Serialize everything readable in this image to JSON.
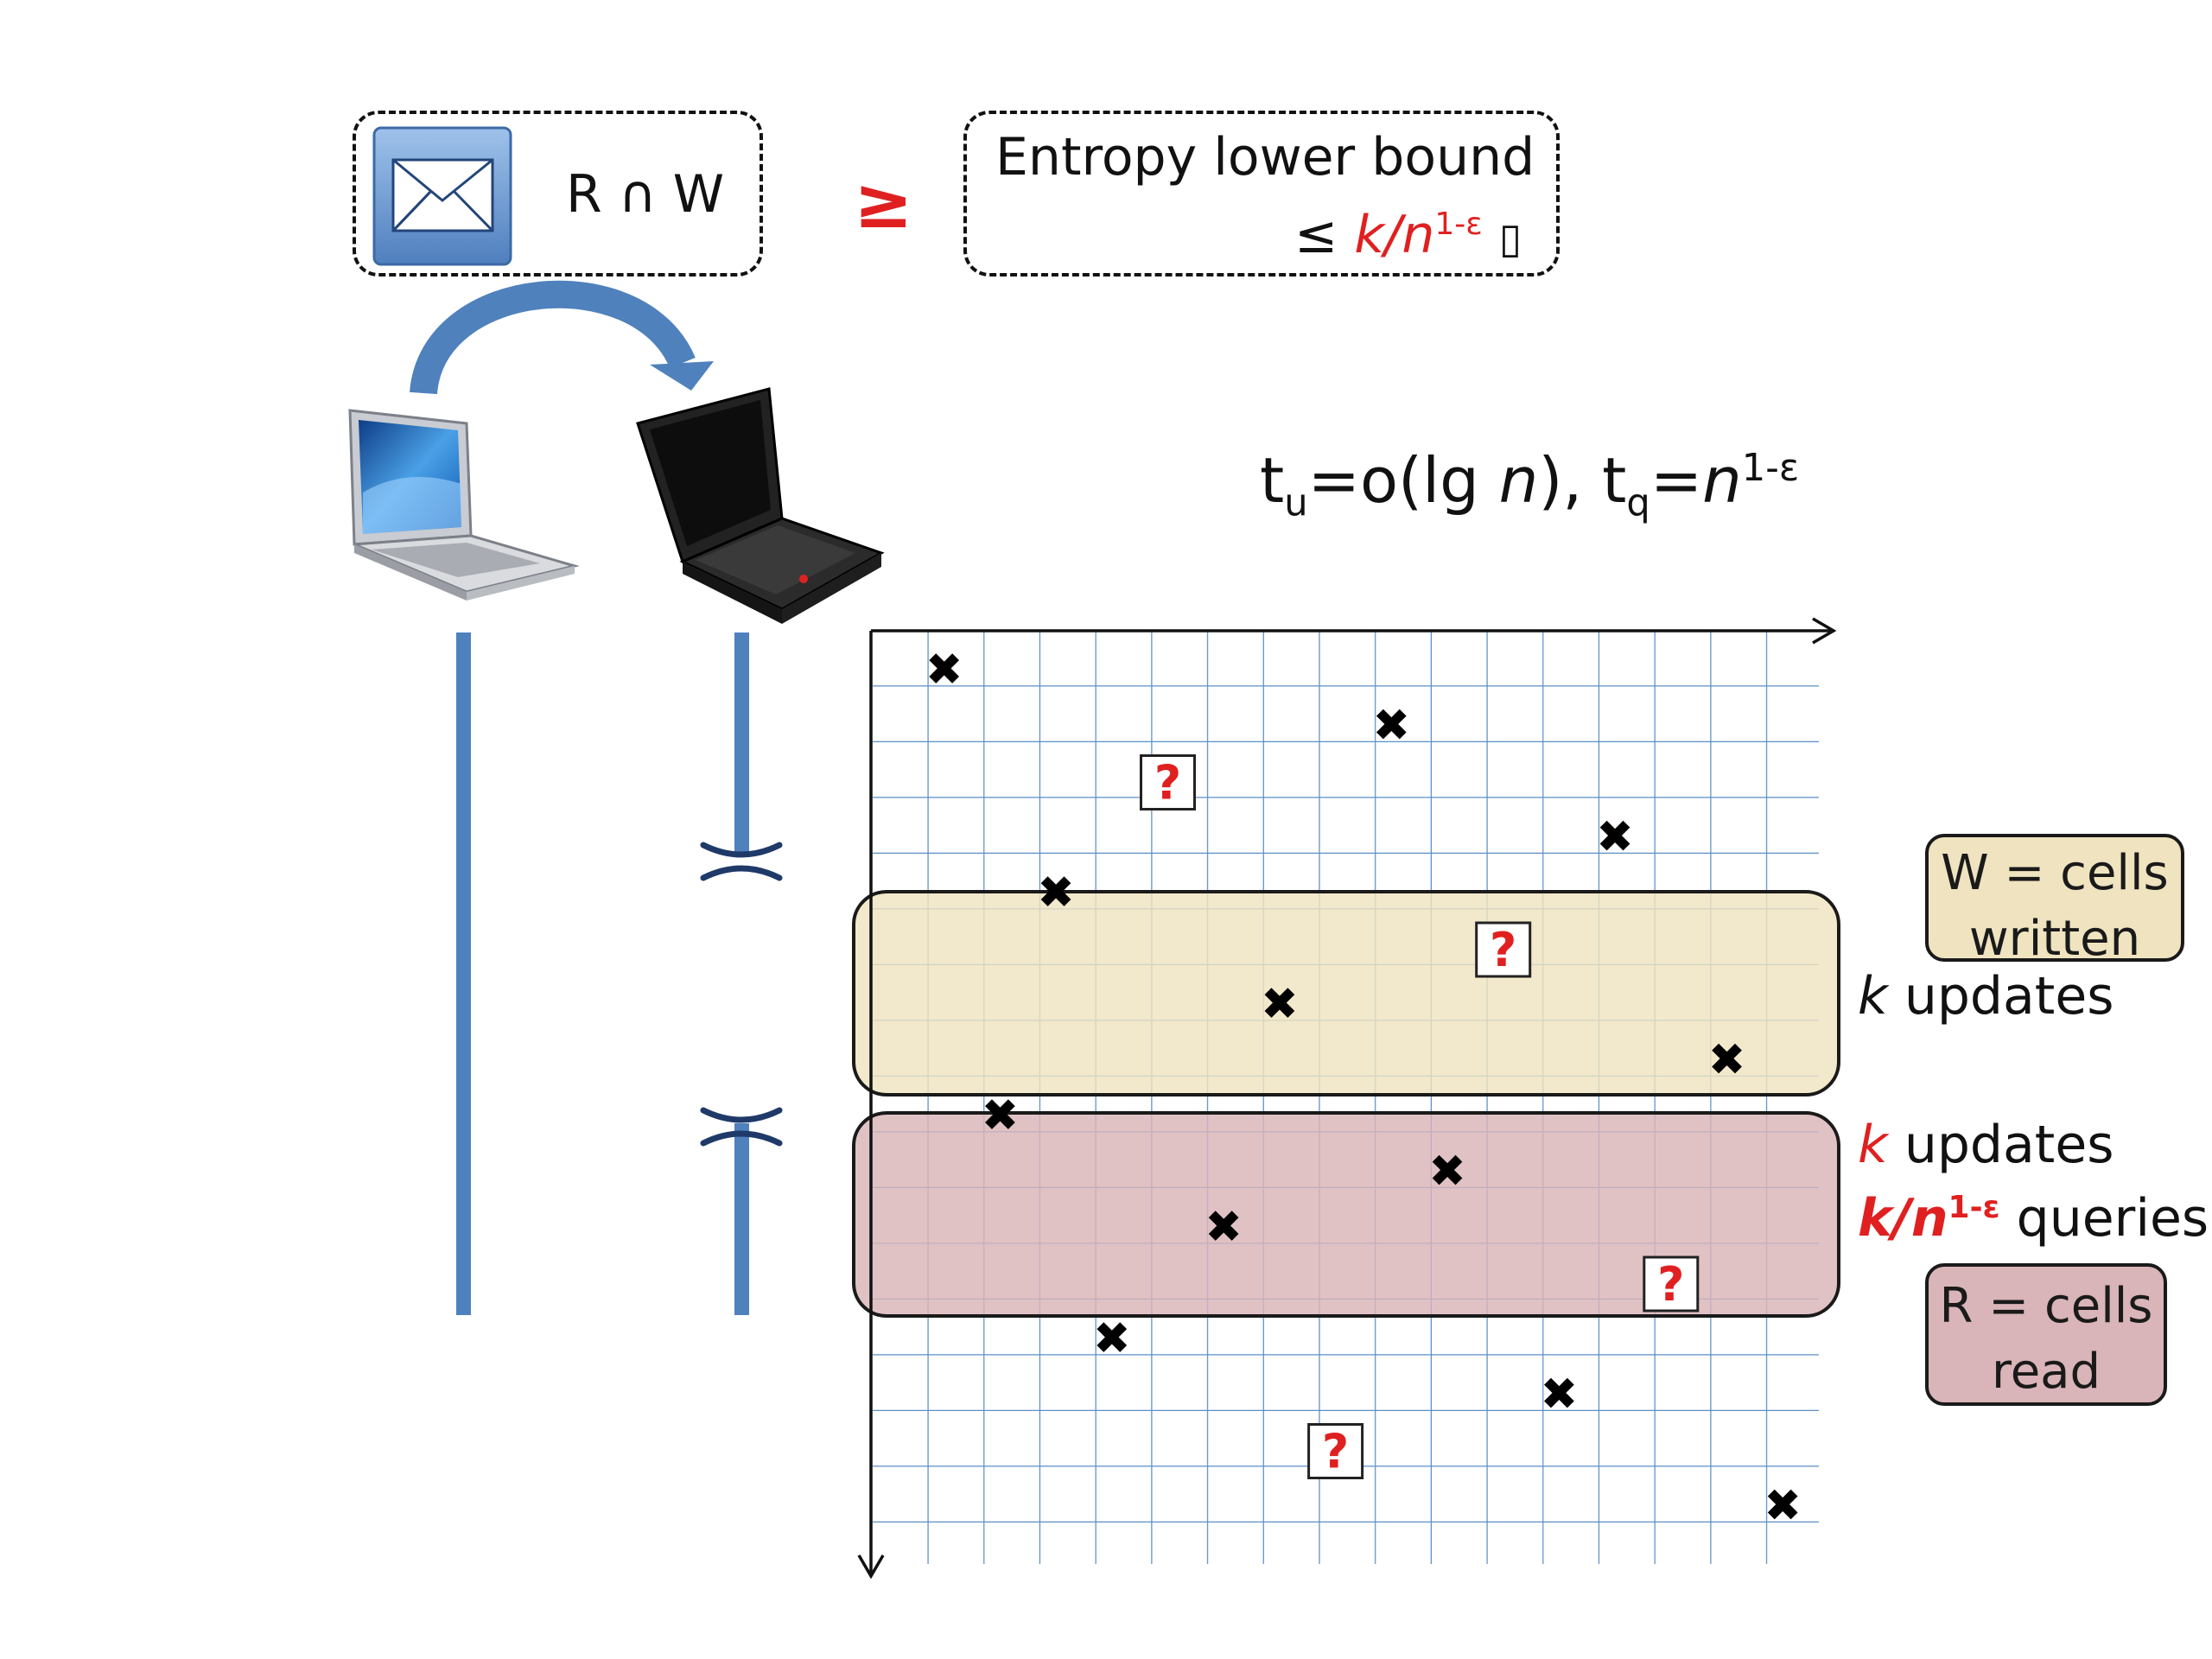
{
  "top": {
    "message_label": "R ∩ W",
    "geq_symbol": "≥",
    "entropy_line1": "Entropy lower bound",
    "entropy_leq": "≤",
    "entropy_k": "k",
    "entropy_slash_n": "/n",
    "entropy_exp": "1-ε",
    "entropy_box_glyph": "▯"
  },
  "formula": {
    "t": "t",
    "u_sub": "u",
    "eq1": "=o(lg ",
    "n": "n",
    "close": "), t",
    "q_sub": "q",
    "eq2": "=",
    "n2": "n",
    "exp": "1-ε"
  },
  "labels": {
    "w_tag_line1": "W = cells",
    "w_tag_line2": "written",
    "k_updates_1_k": "k",
    "k_updates_1_text": " updates",
    "k_updates_2_k": "k",
    "k_updates_2_text": " updates",
    "queries_k": "k/n",
    "queries_exp": "1-ε",
    "queries_text": " queries",
    "r_tag_line1": "R = cells",
    "r_tag_line2": "read"
  },
  "grid": {
    "x_marker": "✖",
    "q_marker": "?",
    "x_marks": [
      {
        "col": 1,
        "row": 1
      },
      {
        "col": 9,
        "row": 2
      },
      {
        "col": 13,
        "row": 4
      },
      {
        "col": 3,
        "row": 5
      },
      {
        "col": 7,
        "row": 7
      },
      {
        "col": 15,
        "row": 8
      },
      {
        "col": 2,
        "row": 9
      },
      {
        "col": 10,
        "row": 10
      },
      {
        "col": 6,
        "row": 11
      },
      {
        "col": 4,
        "row": 13
      },
      {
        "col": 12,
        "row": 14
      },
      {
        "col": 16,
        "row": 16
      }
    ],
    "q_marks": [
      {
        "col": 5,
        "row": 3
      },
      {
        "col": 11,
        "row": 6
      },
      {
        "col": 14,
        "row": 12
      },
      {
        "col": 8,
        "row": 15
      }
    ]
  },
  "colors": {
    "accent_red": "#e02020",
    "grid_blue": "#5b8fc6",
    "timeline_blue": "#4f81bd",
    "cut_navy": "#1f3a68",
    "w_band": "#efe3c0",
    "r_band": "#d9b4b8"
  }
}
